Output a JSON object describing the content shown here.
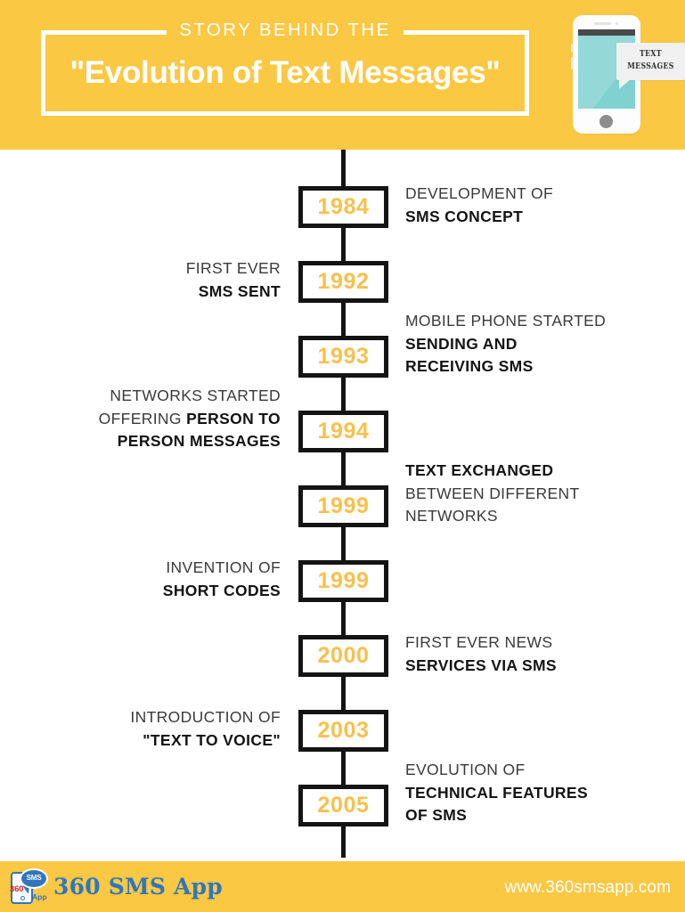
{
  "header": {
    "eyebrow": "STORY BEHIND THE",
    "title": "\"Evolution of Text Messages\"",
    "background_color": "#fbc844",
    "text_color": "#ffffff",
    "phone": {
      "bubble_line1": "TEXT",
      "bubble_line2": "MESSAGES",
      "screen_color": "#7fd2cf",
      "body_color": "#fdfdfd"
    }
  },
  "timeline": {
    "spine_color": "#141414",
    "year_color": "#f9c04c",
    "box_border_color": "#141414",
    "entries": [
      {
        "year": "1984",
        "side": "right",
        "lines": [
          {
            "text": "DEVELOPMENT OF",
            "weight": "light"
          },
          {
            "text": "SMS CONCEPT",
            "weight": "bold"
          }
        ]
      },
      {
        "year": "1992",
        "side": "left",
        "lines": [
          {
            "text": "FIRST EVER",
            "weight": "light"
          },
          {
            "text": "SMS SENT",
            "weight": "bold"
          }
        ]
      },
      {
        "year": "1993",
        "side": "right",
        "lines": [
          {
            "text": "MOBILE PHONE STARTED",
            "weight": "light"
          },
          {
            "text": "SENDING AND",
            "weight": "bold"
          },
          {
            "text": "RECEIVING SMS",
            "weight": "bold"
          }
        ]
      },
      {
        "year": "1994",
        "side": "left",
        "lines": [
          {
            "text": "NETWORKS STARTED",
            "weight": "light"
          },
          {
            "text": "OFFERING ",
            "weight": "light",
            "bold_tail": "PERSON TO"
          },
          {
            "text": "PERSON MESSAGES",
            "weight": "bold"
          }
        ]
      },
      {
        "year": "1999",
        "side": "right",
        "lines": [
          {
            "text": "TEXT EXCHANGED",
            "weight": "bold"
          },
          {
            "text": "BETWEEN DIFFERENT",
            "weight": "light"
          },
          {
            "text": "NETWORKS",
            "weight": "light"
          }
        ]
      },
      {
        "year": "1999",
        "side": "left",
        "lines": [
          {
            "text": "INVENTION OF",
            "weight": "light"
          },
          {
            "text": "SHORT CODES",
            "weight": "bold"
          }
        ]
      },
      {
        "year": "2000",
        "side": "right",
        "lines": [
          {
            "text": "FIRST EVER NEWS",
            "weight": "light"
          },
          {
            "text": "SERVICES VIA SMS",
            "weight": "bold"
          }
        ]
      },
      {
        "year": "2003",
        "side": "left",
        "lines": [
          {
            "text": "INTRODUCTION OF",
            "weight": "light"
          },
          {
            "text": "\"TEXT TO VOICE\"",
            "weight": "bold"
          }
        ]
      },
      {
        "year": "2005",
        "side": "right",
        "lines": [
          {
            "text": "EVOLUTION OF",
            "weight": "light"
          },
          {
            "text": "TECHNICAL FEATURES",
            "weight": "bold"
          },
          {
            "text": "OF SMS",
            "weight": "bold"
          }
        ]
      }
    ]
  },
  "footer": {
    "background_color": "#fbc844",
    "brand_name": "360 SMS App",
    "brand_color": "#2f76bd",
    "url": "www.360smsapp.com",
    "logo": {
      "bubble_label": "SMS",
      "number_label": "360",
      "app_label": "App"
    }
  }
}
